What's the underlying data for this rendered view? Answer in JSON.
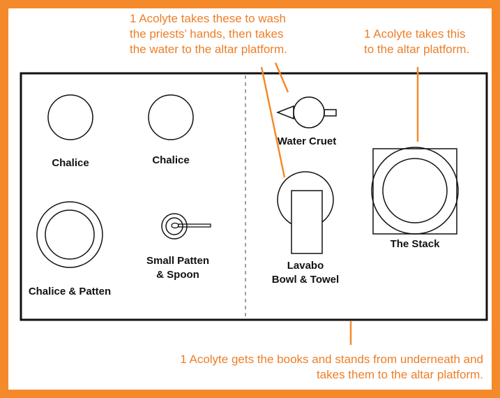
{
  "colors": {
    "border": "#f58a2a",
    "accent_text": "#ee7e27",
    "lines": "#111111",
    "divider": "#a0a0a0"
  },
  "annotations": {
    "hands_wash": [
      "1 Acolyte takes these to wash",
      "the priests’ hands, then takes",
      "the water to the altar platform."
    ],
    "stack": [
      "1 Acolyte takes this",
      "to the altar platform."
    ],
    "books": [
      "1 Acolyte gets the books and stands from underneath and",
      "takes them to the altar platform."
    ]
  },
  "items": {
    "chalice_1": "Chalice",
    "chalice_2": "Chalice",
    "chalice_patten": "Chalice & Patten",
    "small_patten": [
      "Small Patten",
      "& Spoon"
    ],
    "water_cruet": "Water Cruet",
    "lavabo": [
      "Lavabo",
      "Bowl & Towel"
    ],
    "stack": "The Stack"
  }
}
